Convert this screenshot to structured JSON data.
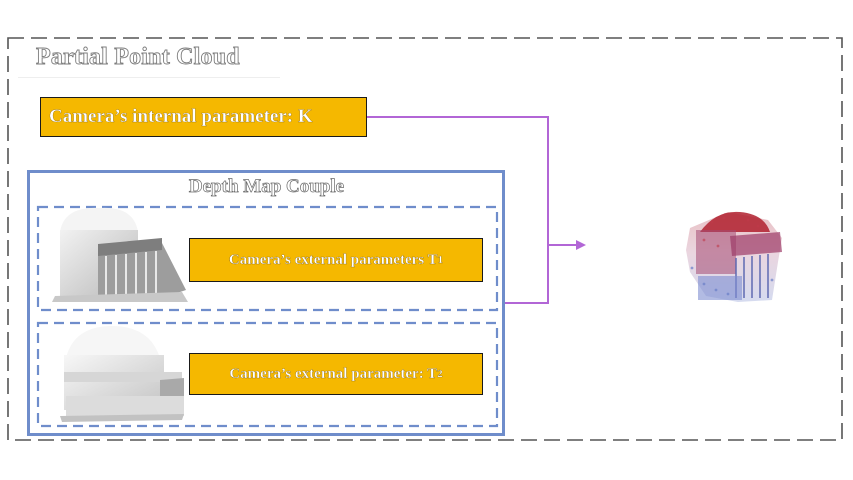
{
  "diagram": {
    "title": "Partial Point Cloud",
    "internal_param_label": "Camera’s  internal parameter: K",
    "depth_map_couple_label": "Depth Map Couple",
    "external_param_1": {
      "text": "Camera’s external parameters T",
      "subscript": "1"
    },
    "external_param_2": {
      "text": "Camera’s external parameter: T",
      "subscript": "2"
    }
  },
  "colors": {
    "param_box_fill": "#f5b800",
    "couple_border": "#6f8dcb",
    "dashed_border": "#555555",
    "connector": "#b266d6",
    "point_cloud_top": "#b0202e",
    "point_cloud_bottom": "#6a7fc8"
  }
}
